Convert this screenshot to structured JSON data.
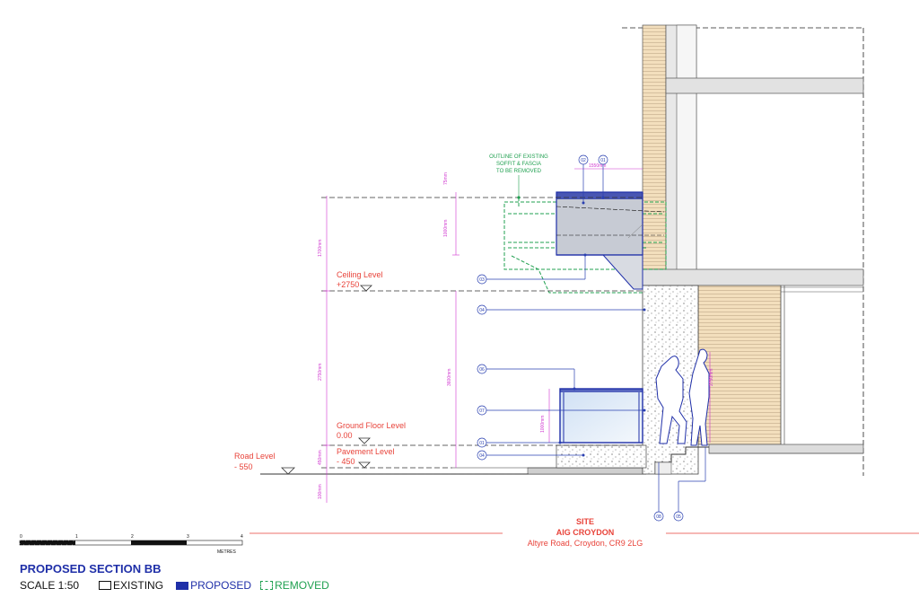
{
  "title": "PROPOSED SECTION BB",
  "scale": "SCALE 1:50",
  "legend": {
    "existing": "EXISTING",
    "proposed": "PROPOSED",
    "removed": "REMOVED"
  },
  "scale_bar": {
    "ticks": [
      "0",
      "1",
      "2",
      "3",
      "4"
    ],
    "unit": "METRES"
  },
  "site": {
    "heading": "SITE",
    "name": "AIG CROYDON",
    "address": "Altyre Road, Croydon, CR9 2LG"
  },
  "note": {
    "line1": "OUTLINE OF EXISTING",
    "line2": "SOFFIT & FASCIA",
    "line3": "TO BE REMOVED"
  },
  "levels": {
    "ceiling": {
      "name": "Ceiling Level",
      "value": "+2750"
    },
    "ground": {
      "name": "Ground Floor Level",
      "value": "0.00"
    },
    "pavement": {
      "name": "Pavement Level",
      "value": "- 450"
    },
    "road": {
      "name": "Road Level",
      "value": "- 550"
    }
  },
  "dimensions": {
    "d75": "75mm",
    "d1000": "1000mm",
    "d1700": "1700mm",
    "d2750": "2750mm",
    "d3600": "3600mm",
    "d450": "450mm",
    "d100": "100mm",
    "d1550": "1550mm",
    "d2750b": "2750mm",
    "d1000b": "1000mm"
  },
  "tags": [
    "01",
    "02",
    "03",
    "04",
    "06",
    "07",
    "01",
    "04",
    "08",
    "05"
  ],
  "colors": {
    "proposed": "#1f2fa8",
    "removed": "#20a050",
    "annotation": "#e8433a",
    "dimension": "#d035d0",
    "timber": "#f2ddb8"
  }
}
